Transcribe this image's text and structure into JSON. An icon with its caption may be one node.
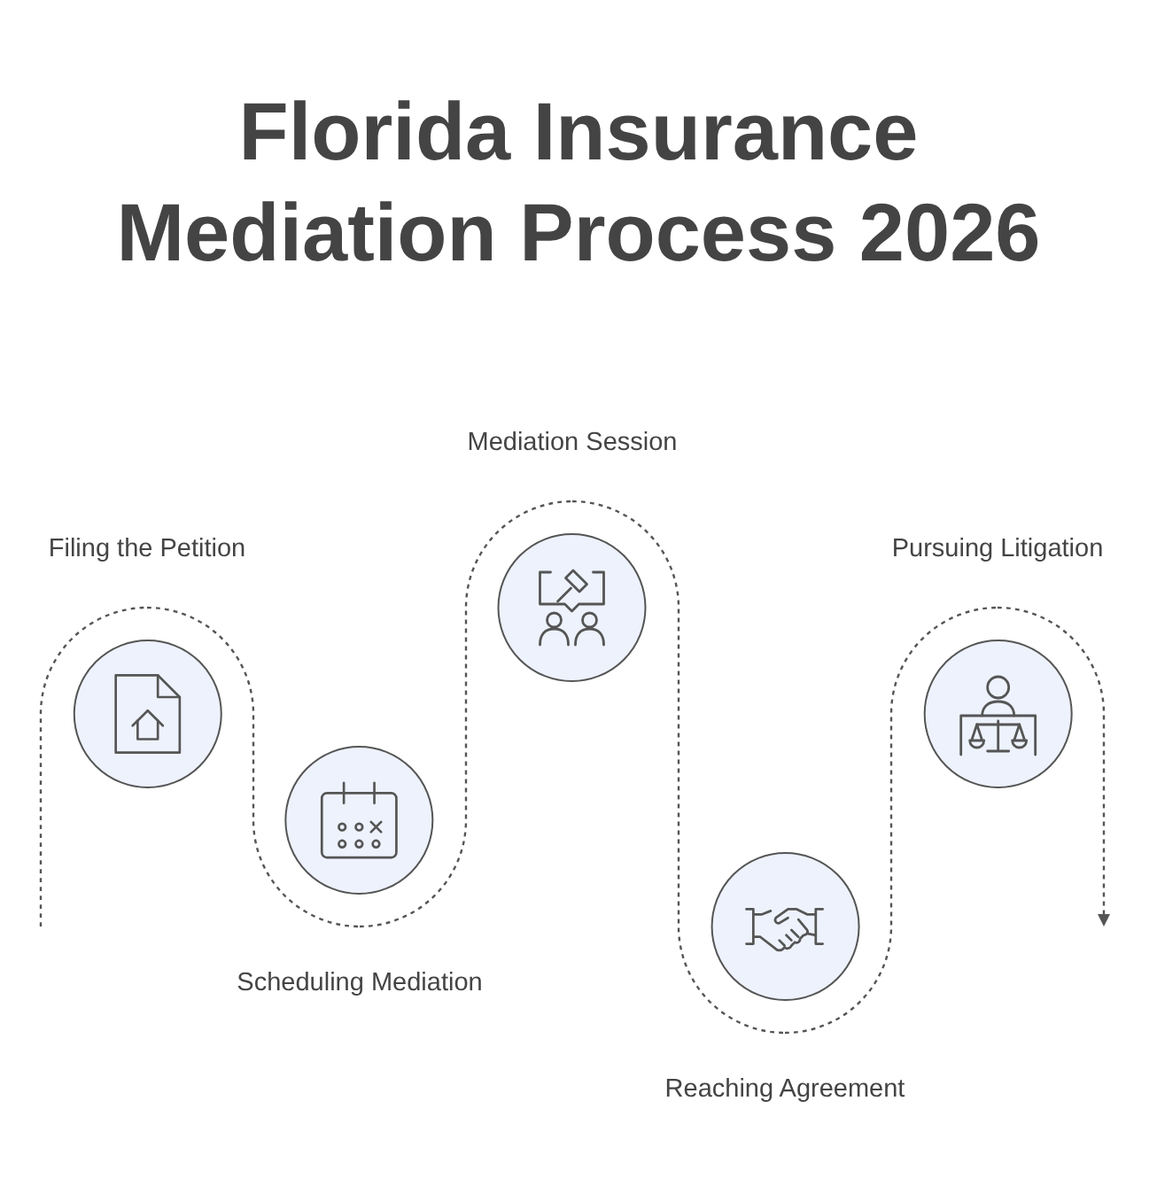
{
  "diagram": {
    "title": "Florida Insurance Mediation Process 2026",
    "nodes": [
      {
        "text": [
          "Filing the Petition"
        ]
      },
      {
        "text": [
          "Scheduling Mediation"
        ]
      },
      {
        "text": [
          "Mediation Session"
        ]
      },
      {
        "text": [
          "Reaching Agreement"
        ]
      },
      {
        "text": [
          "Pursuing Litigation"
        ]
      }
    ],
    "edges": [
      {
        "from": null,
        "to": 0,
        "arrow": "none",
        "style": "dashed"
      },
      {
        "from": 0,
        "to": 1,
        "arrow": "none",
        "style": "dashed"
      },
      {
        "from": 1,
        "to": 2,
        "arrow": "none",
        "style": "dashed"
      },
      {
        "from": 2,
        "to": 3,
        "arrow": "none",
        "style": "dashed"
      },
      {
        "from": 3,
        "to": 4,
        "arrow": "none",
        "style": "dashed"
      },
      {
        "from": 4,
        "to": null,
        "arrow": "to",
        "style": "dashed"
      }
    ]
  }
}
